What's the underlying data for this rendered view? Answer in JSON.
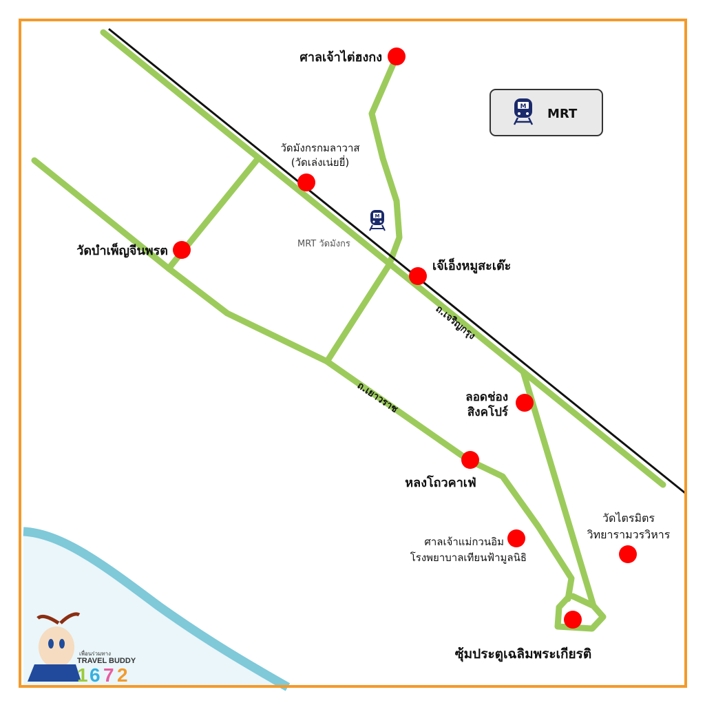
{
  "colors": {
    "frame": "#f39a2b",
    "road": "#9ccb5c",
    "poi": "#ff0000",
    "river": "#7fc9d9",
    "mrt": "#1b2a6b"
  },
  "legend": {
    "icon": "mrt-train-icon",
    "label": "MRT"
  },
  "station": {
    "label": "MRT วัดมังกร",
    "icon": "mrt-train-icon"
  },
  "roads": {
    "charoen_krung": "ถ.เจริญกรุง",
    "yaowarat": "ถ.เยาวราช"
  },
  "places": [
    {
      "name": "ศาลเจ้าไต่ฮงกง"
    },
    {
      "name": "วัดมังกรกมลาวาส",
      "sub": "(วัดเล่งเน่ยยี่)"
    },
    {
      "name": "วัดบำเพ็ญจีนพรต"
    },
    {
      "name": "เจ๊เอ็งหมูสะเต๊ะ"
    },
    {
      "name": "ลอดช่อง",
      "sub": "สิงคโปร์"
    },
    {
      "name": "หลงโถวคาเฟ่"
    },
    {
      "name": "ศาลเจ้าแม่กวนอิม",
      "sub": "โรงพยาบาลเทียนฟ้ามูลนิธิ"
    },
    {
      "name": "วัดไตรมิตร",
      "sub": "วิทยารามวรวิหาร"
    },
    {
      "name": "ซุ้มประตูเฉลิมพระเกียรติ"
    }
  ],
  "logo": {
    "thai": "เพื่อนร่วมทาง",
    "brand": "TRAVEL BUDDY",
    "d1": "1",
    "d2": "6",
    "d3": "7",
    "d4": "2"
  }
}
